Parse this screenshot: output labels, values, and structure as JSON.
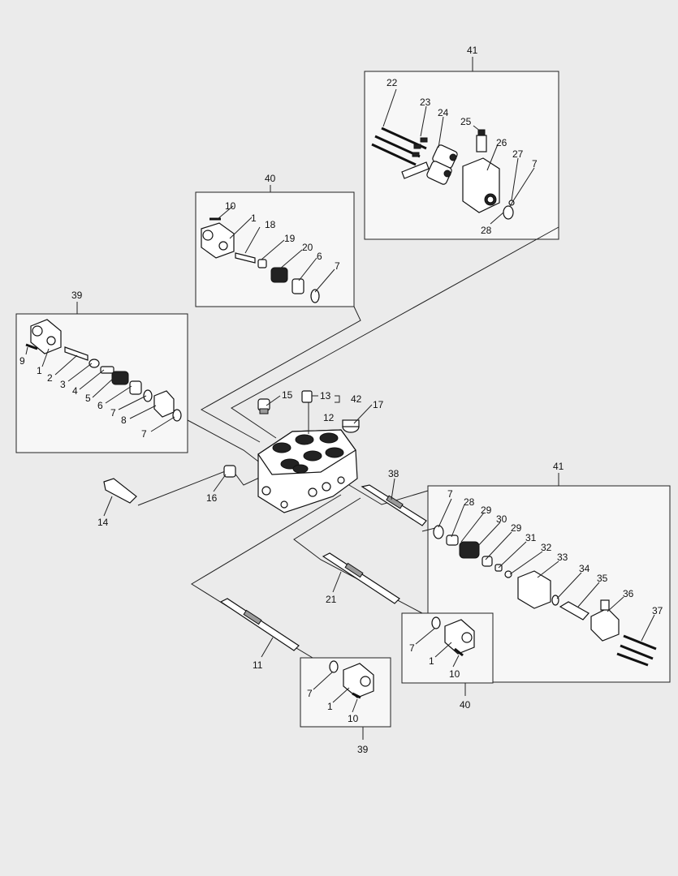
{
  "diagram": {
    "assemblies": [
      {
        "id": "a41_top",
        "label": "41"
      },
      {
        "id": "a40_top",
        "label": "40"
      },
      {
        "id": "a39_left",
        "label": "39"
      },
      {
        "id": "a41_right",
        "label": "41"
      },
      {
        "id": "a40_bottom",
        "label": "40"
      },
      {
        "id": "a39_bottom",
        "label": "39"
      }
    ],
    "callouts": {
      "c22": "22",
      "c23": "23",
      "c24": "24",
      "c25": "25",
      "c26": "26",
      "c27": "27",
      "c7a": "7",
      "c28a": "28",
      "c10a": "10",
      "c1a": "1",
      "c18": "18",
      "c19": "19",
      "c20": "20",
      "c6a": "6",
      "c7b": "7",
      "c9": "9",
      "c1b": "1",
      "c2": "2",
      "c3": "3",
      "c4": "4",
      "c5": "5",
      "c6b": "6",
      "c7c": "7",
      "c8": "8",
      "c7d": "7",
      "c15": "15",
      "c13": "13",
      "c42": "42",
      "c17": "17",
      "c12": "12",
      "c16": "16",
      "c14": "14",
      "c38": "38",
      "c7e": "7",
      "c28b": "28",
      "c29a": "29",
      "c30": "30",
      "c29b": "29",
      "c31": "31",
      "c32": "32",
      "c33": "33",
      "c34": "34",
      "c35": "35",
      "c36": "36",
      "c37": "37",
      "c21": "21",
      "c11": "11",
      "c7f": "7",
      "c1c": "1",
      "c10b": "10",
      "c7g": "7",
      "c1d": "1",
      "c10c": "10"
    }
  }
}
